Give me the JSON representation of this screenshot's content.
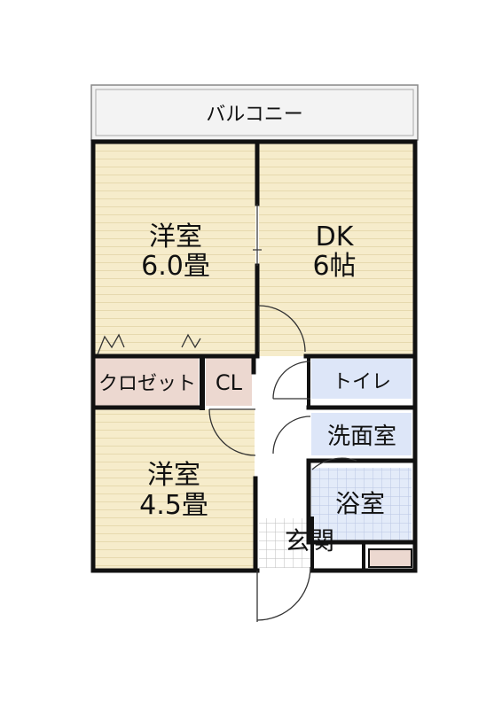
{
  "balcony": {
    "label": "バルコニー"
  },
  "rooms": {
    "western_room_1": {
      "name": "洋室",
      "size": "6.0畳"
    },
    "dk": {
      "name": "DK",
      "size": "6帖"
    },
    "closet": {
      "label": "クロゼット"
    },
    "cl": {
      "label": "CL"
    },
    "toilet": {
      "label": "トイレ"
    },
    "washroom": {
      "label": "洗面室"
    },
    "bathroom": {
      "label": "浴室"
    },
    "western_room_2": {
      "name": "洋室",
      "size": "4.5畳"
    },
    "entrance": {
      "label": "玄関"
    }
  },
  "colors": {
    "floor_wood": "#f6eccb",
    "floor_lines": "#e3d6aa",
    "wet_area": "#dde6f8",
    "closet": "#ecd8d0",
    "wall": "#111111"
  }
}
